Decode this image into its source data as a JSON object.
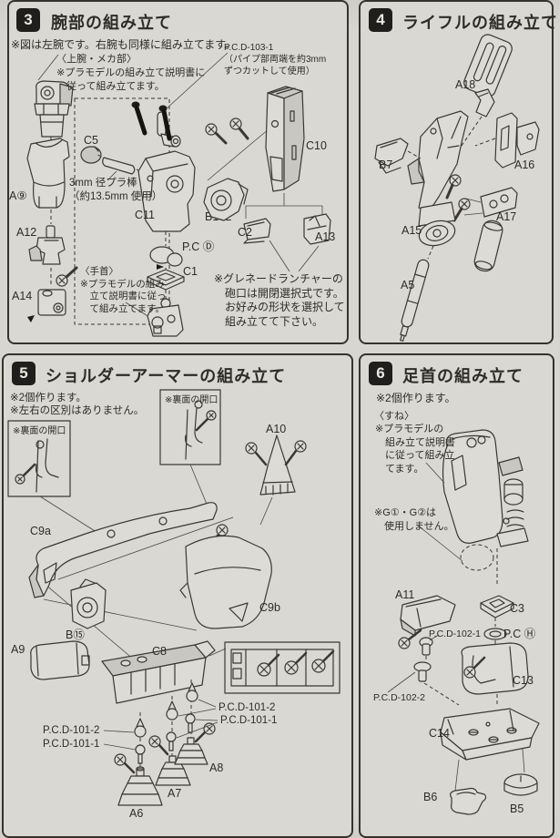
{
  "s3": {
    "num": "3",
    "title": "腕部の組み立て",
    "note": "※図は左腕です。右腕も同様に組み立てます。",
    "mech_note": "〈上腕・メカ部〉\n※プラモデルの組み立て説明書に\n　従って組み立てます。",
    "pcd_note": "P.C.D-103-1\n（パイプ部両端を約3mm\nずつカットして使用）",
    "rod_note": "3mm 径プラ棒\n（約13.5mm 使用）",
    "wrist_note": "〈手首〉\n※プラモデルの組み\n　立て説明書に従っ\n　て組み立てます。",
    "grenade_note": "※グレネードランチャーの\n　砲口は開閉選択式です。\n　お好みの形状を選択して\n　組み立てて下さい。",
    "parts": {
      "c5": "C5",
      "a9": "A⑨",
      "a12": "A12",
      "a14": "A14",
      "c11": "C11",
      "b10l": "B10L",
      "c10": "C10",
      "c2": "C2",
      "a13": "A13",
      "pc_d": "P.C Ⓓ",
      "c1": "C1"
    }
  },
  "s4": {
    "num": "4",
    "title": "ライフルの組み立て",
    "parts": {
      "a18": "A18",
      "b7": "B7",
      "a16": "A16",
      "a15": "A15",
      "a17": "A17",
      "a5": "A5"
    }
  },
  "s5": {
    "num": "5",
    "title": "ショルダーアーマーの組み立て",
    "note1": "※2個作ります。",
    "note2": "※左右の区別はありません。",
    "inset_label": "※裏面の開口",
    "pc1": "P.C.D-101-1",
    "pc2": "P.C.D-101-2",
    "parts": {
      "a10": "A10",
      "c9a": "C9a",
      "c9b": "C9b",
      "b15": "B⑮",
      "a9": "A9",
      "c8": "C8",
      "a6": "A6",
      "a7": "A7",
      "a8": "A8"
    }
  },
  "s6": {
    "num": "6",
    "title": "足首の組み立て",
    "note": "※2個作ります。",
    "shin_label": "〈すね〉",
    "shin_note": "※プラモデルの\n　組み立て説明書\n　に従って組み立\n　てます。",
    "g_note": "※G①・G②は\n　使用しません。",
    "parts": {
      "a11": "A11",
      "c3": "C3",
      "pcd1": "P.C.D-102-1",
      "pc_h": "P.C Ⓗ",
      "pcd2": "P.C.D-102-2",
      "c13": "C13",
      "c14": "C14",
      "b6": "B6",
      "b5": "B5"
    }
  }
}
